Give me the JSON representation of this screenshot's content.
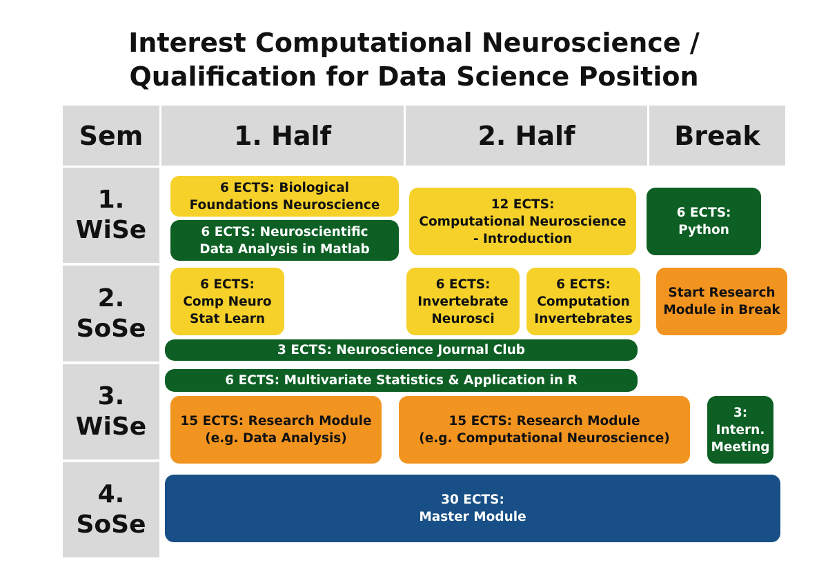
{
  "title": {
    "line1": "Interest Computational Neuroscience /",
    "line2": "Qualification for Data Science Position"
  },
  "header": {
    "sem": "Sem",
    "half1": "1. Half",
    "half2": "2. Half",
    "break": "Break"
  },
  "semesters": [
    {
      "num": "1.",
      "term": "WiSe"
    },
    {
      "num": "2.",
      "term": "SoSe"
    },
    {
      "num": "3.",
      "term": "WiSe"
    },
    {
      "num": "4.",
      "term": "SoSe"
    }
  ],
  "modules": {
    "bio_foundations": {
      "line1": "6 ECTS: Biological",
      "line2": "Foundations Neuroscience"
    },
    "matlab": {
      "line1": "6 ECTS: Neuroscientific",
      "line2": "Data Analysis in Matlab"
    },
    "comp_neuro_intro": {
      "line1": "12 ECTS:",
      "line2": "Computational Neuroscience",
      "line3": "- Introduction"
    },
    "python": {
      "line1": "6 ECTS:",
      "line2": "Python"
    },
    "stat_learn": {
      "line1": "6 ECTS:",
      "line2": "Comp Neuro",
      "line3": "Stat Learn"
    },
    "invertebrate_neurosci": {
      "line1": "6 ECTS:",
      "line2": "Invertebrate",
      "line3": "Neurosci"
    },
    "computation_invertebrates": {
      "line1": "6 ECTS:",
      "line2": "Computation",
      "line3": "Invertebrates"
    },
    "research_break": {
      "line1": "Start Research",
      "line2": "Module in Break"
    },
    "journal_club": {
      "line1": "3 ECTS: Neuroscience Journal Club"
    },
    "multivariate": {
      "line1": "6 ECTS: Multivariate Statistics & Application in R"
    },
    "research_data": {
      "line1": "15 ECTS: Research Module",
      "line2": "(e.g. Data Analysis)"
    },
    "research_comp": {
      "line1": "15 ECTS: Research Module",
      "line2": "(e.g. Computational Neuroscience)"
    },
    "intern_meeting": {
      "line1": "3:",
      "line2": "Intern.",
      "line3": "Meeting"
    },
    "master": {
      "line1": "30 ECTS:",
      "line2": "Master Module"
    }
  },
  "colors": {
    "header_gray": "#d9d9d9",
    "yellow": "#f5d12a",
    "green": "#0d5f24",
    "orange": "#f29420",
    "blue": "#174f86"
  }
}
